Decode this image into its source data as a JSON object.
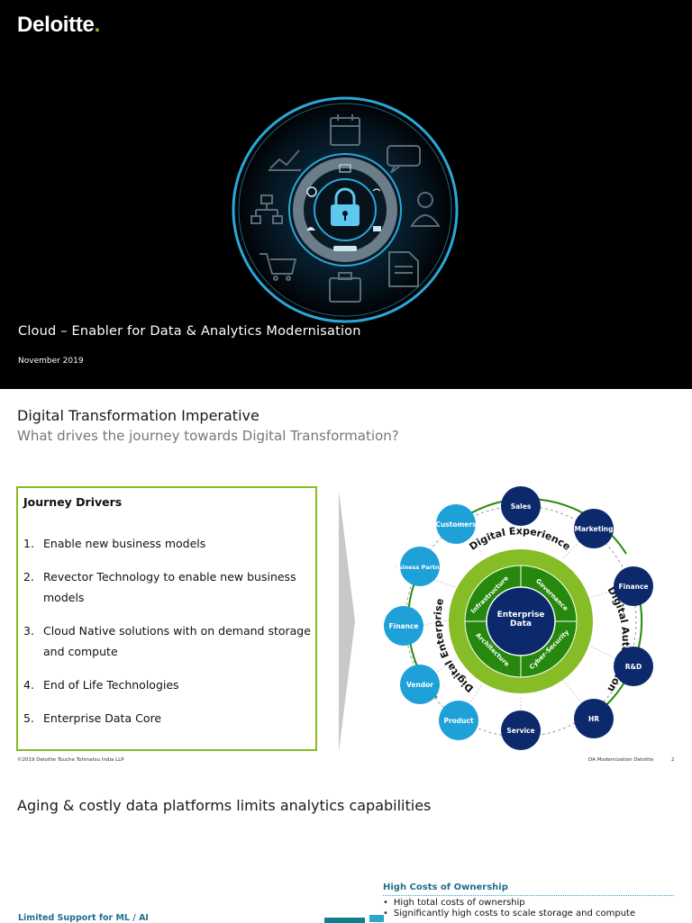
{
  "slide1": {
    "brand": "Deloitte",
    "brand_dot": ".",
    "title": "Cloud – Enabler for Data & Analytics Modernisation",
    "date": "November 2019",
    "hero_icons": [
      "lock-icon",
      "calendar-icon",
      "chart-icon",
      "chat-icon",
      "user-icon",
      "hierarchy-icon",
      "cart-icon",
      "document-icon",
      "briefcase-icon"
    ]
  },
  "slide2": {
    "title": "Digital Transformation Imperative",
    "subtitle": "What drives the journey towards Digital Transformation?",
    "drivers": {
      "heading": "Journey Drivers",
      "items": [
        {
          "num": "1.",
          "text": "Enable new business models"
        },
        {
          "num": "2.",
          "text": "Revector Technology to enable new business models"
        },
        {
          "num": "3.",
          "text": "Cloud Native solutions with on demand storage and compute"
        },
        {
          "num": "4.",
          "text": "End of Life Technologies"
        },
        {
          "num": "5.",
          "text": "Enterprise Data Core"
        }
      ]
    },
    "diagram": {
      "center": [
        "Enterprise",
        "Data"
      ],
      "inner_ring": [
        "Infrastructure",
        "Governance",
        "Cyber-Security",
        "Architecture"
      ],
      "outer_labels": [
        "Digital Experience",
        "Digital Automation",
        "Digital Enterprise"
      ],
      "nodes": [
        "Sales",
        "Marketing",
        "Finance",
        "R&D",
        "HR",
        "Service",
        "Product",
        "Vendor",
        "Finance",
        "Business Partners",
        "Customers"
      ],
      "colors": {
        "green": "#86bc25",
        "dark_green": "#26890d",
        "navy": "#0c2a6b",
        "light_blue": "#1ea0d8"
      }
    },
    "footer_left": "©2019 Deloitte Touche Tohmatsu India LLP",
    "footer_right": "DA Modernization Deloitte",
    "page": "2"
  },
  "slide3": {
    "title": "Aging & costly data platforms limits analytics capabilities",
    "hco_title": "High Costs of Ownership",
    "hco_items": [
      "High total costs of ownership",
      "Significantly high costs to scale  storage and compute"
    ],
    "left_heading": "Limited Support for ML / AI"
  }
}
